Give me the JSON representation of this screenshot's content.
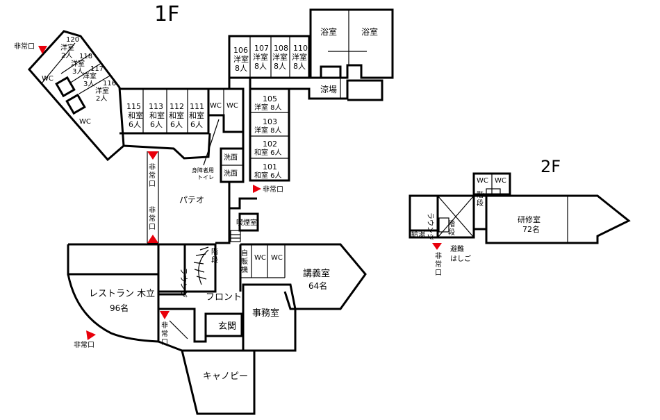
{
  "floors": {
    "f1": "1F",
    "f2": "2F"
  },
  "rooms": {
    "r120": [
      "120",
      "洋室",
      "2人"
    ],
    "r118": [
      "118",
      "洋室",
      "3人"
    ],
    "r117": [
      "117",
      "洋室",
      "3人"
    ],
    "r116": [
      "116",
      "洋室",
      "2人"
    ],
    "r115": [
      "115",
      "和室",
      "6人"
    ],
    "r113": [
      "113",
      "和室",
      "6人"
    ],
    "r112": [
      "112",
      "和室",
      "6人"
    ],
    "r111": [
      "111",
      "和室",
      "6人"
    ],
    "r106": [
      "106",
      "洋室",
      "8人"
    ],
    "r107": [
      "107",
      "洋室",
      "8人"
    ],
    "r108": [
      "108",
      "洋室",
      "8人"
    ],
    "r110": [
      "110",
      "洋室",
      "8人"
    ],
    "r105": [
      "105",
      "洋室 8人"
    ],
    "r103": [
      "103",
      "洋室 8人"
    ],
    "r102": [
      "102",
      "和室 6人"
    ],
    "r101": [
      "101",
      "和室 6人"
    ]
  },
  "labels": {
    "wc": "WC",
    "bath": "浴室",
    "suzumiba": "涼場",
    "wash": "洗面",
    "accessible_toilet": [
      "身障者用",
      "トイレ"
    ],
    "patio": "パテオ",
    "smoking": "喫煙室",
    "stairs": "階段",
    "vending": [
      "自",
      "販",
      "機"
    ],
    "lounge": "ラウンジ",
    "restaurant": "レストラン 木立",
    "restaurant_cap": "96名",
    "front": "フロント",
    "lecture": "講義室",
    "lecture_cap": "64名",
    "office": "事務室",
    "entrance": "玄関",
    "canopy": "キャノピー",
    "emergency_exit": "非常口",
    "training": "研修室",
    "training_cap": "72名",
    "kyuto": "給湯",
    "escape_ladder": [
      "避難",
      "はしご"
    ]
  },
  "colors": {
    "exit_marker": "#e8000b",
    "walls": "#000000"
  }
}
